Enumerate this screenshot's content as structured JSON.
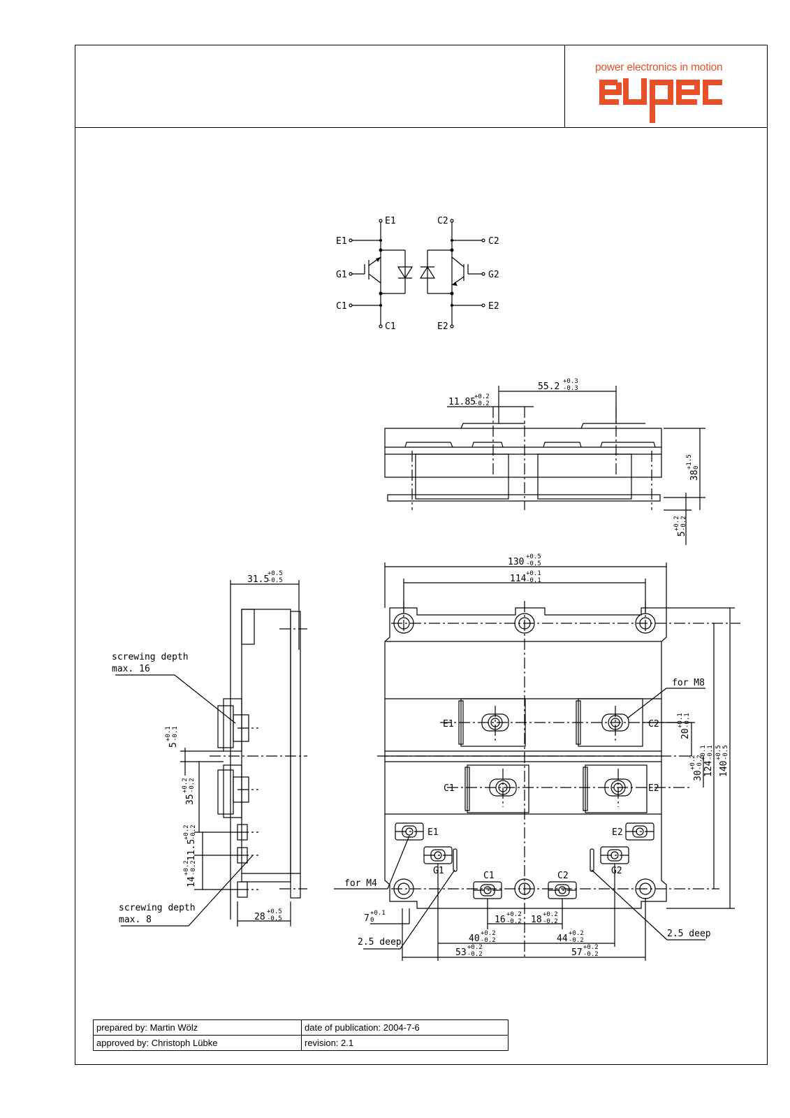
{
  "header": {
    "logo_tagline": "power electronics in motion",
    "logo_wordmark": "eupec",
    "brand_color": "#e8502a"
  },
  "schematic": {
    "left_pins": [
      "E1",
      "E1",
      "G1",
      "C1",
      "C1"
    ],
    "right_pins": [
      "C2",
      "C2",
      "G2",
      "E2",
      "E2"
    ]
  },
  "side_view": {
    "dim_width": "55.2",
    "dim_width_tol": [
      "+0.3",
      "-0.3"
    ],
    "dim_offset": "11.85",
    "dim_offset_tol": [
      "+0.2",
      "-0.2"
    ],
    "dim_height": "38",
    "dim_height_tol": [
      "+1.5",
      "0"
    ],
    "dim_base": "5",
    "dim_base_tol": [
      "+0.2",
      "-0.2"
    ]
  },
  "profile_view": {
    "dim_top": "31.5",
    "dim_top_tol": [
      "+0.5",
      "-0.5"
    ],
    "dim_bottom": "28",
    "dim_bottom_tol": [
      "+0.5",
      "-0.5"
    ],
    "dim_5": "5",
    "dim_5_tol": [
      "+0.1",
      "-0.1"
    ],
    "dim_35": "35",
    "dim_35_tol": [
      "+0.2",
      "-0.2"
    ],
    "dim_11_5": "11.5",
    "dim_11_5_tol": [
      "+0.2",
      "-0.2"
    ],
    "dim_14": "14",
    "dim_14_tol": [
      "+0.2",
      "-0.2"
    ],
    "note_depth_16": [
      "screwing depth",
      "max. 16"
    ],
    "note_depth_8": [
      "screwing depth",
      "max. 8"
    ]
  },
  "top_view": {
    "dim_130": "130",
    "dim_130_tol": [
      "+0.5",
      "-0.5"
    ],
    "dim_114": "114",
    "dim_114_tol": [
      "+0.1",
      "-0.1"
    ],
    "dim_20": "20",
    "dim_20_tol": [
      "+0.1",
      "-0.1"
    ],
    "dim_30": "30",
    "dim_30_tol": [
      "+0.2",
      "-0.2"
    ],
    "dim_124": "124",
    "dim_124_tol": [
      "+0.1",
      "-0.1"
    ],
    "dim_140": "140",
    "dim_140_tol": [
      "+0.5",
      "-0.5"
    ],
    "dim_7": "7",
    "dim_7_tol": [
      "+0.1",
      "0"
    ],
    "dim_16": "16",
    "dim_16_tol": [
      "+0.2",
      "-0.2"
    ],
    "dim_18": "18",
    "dim_18_tol": [
      "+0.2",
      "-0.2"
    ],
    "dim_40": "40",
    "dim_40_tol": [
      "+0.2",
      "-0.2"
    ],
    "dim_44": "44",
    "dim_44_tol": [
      "+0.2",
      "-0.2"
    ],
    "dim_53": "53",
    "dim_53_tol": [
      "+0.2",
      "-0.2"
    ],
    "dim_57": "57",
    "dim_57_tol": [
      "+0.2",
      "-0.2"
    ],
    "note_m8": "for M8",
    "note_m4": "for M4",
    "note_deep_left": "2.5 deep",
    "note_deep_right": "2.5 deep",
    "terminal_labels": {
      "e1_main": "E1",
      "c2_main": "C2",
      "c1_main": "C1",
      "e2_main": "E2",
      "e1_aux": "E1",
      "e2_aux": "E2",
      "g1": "G1",
      "g2": "G2",
      "c1_aux": "C1",
      "c2_aux": "C2"
    }
  },
  "title_block": {
    "prepared": "prepared by: Martin Wölz",
    "published": "date of publication: 2004-7-6",
    "approved": "approved by: Christoph Lübke",
    "revision": "revision: 2.1"
  }
}
